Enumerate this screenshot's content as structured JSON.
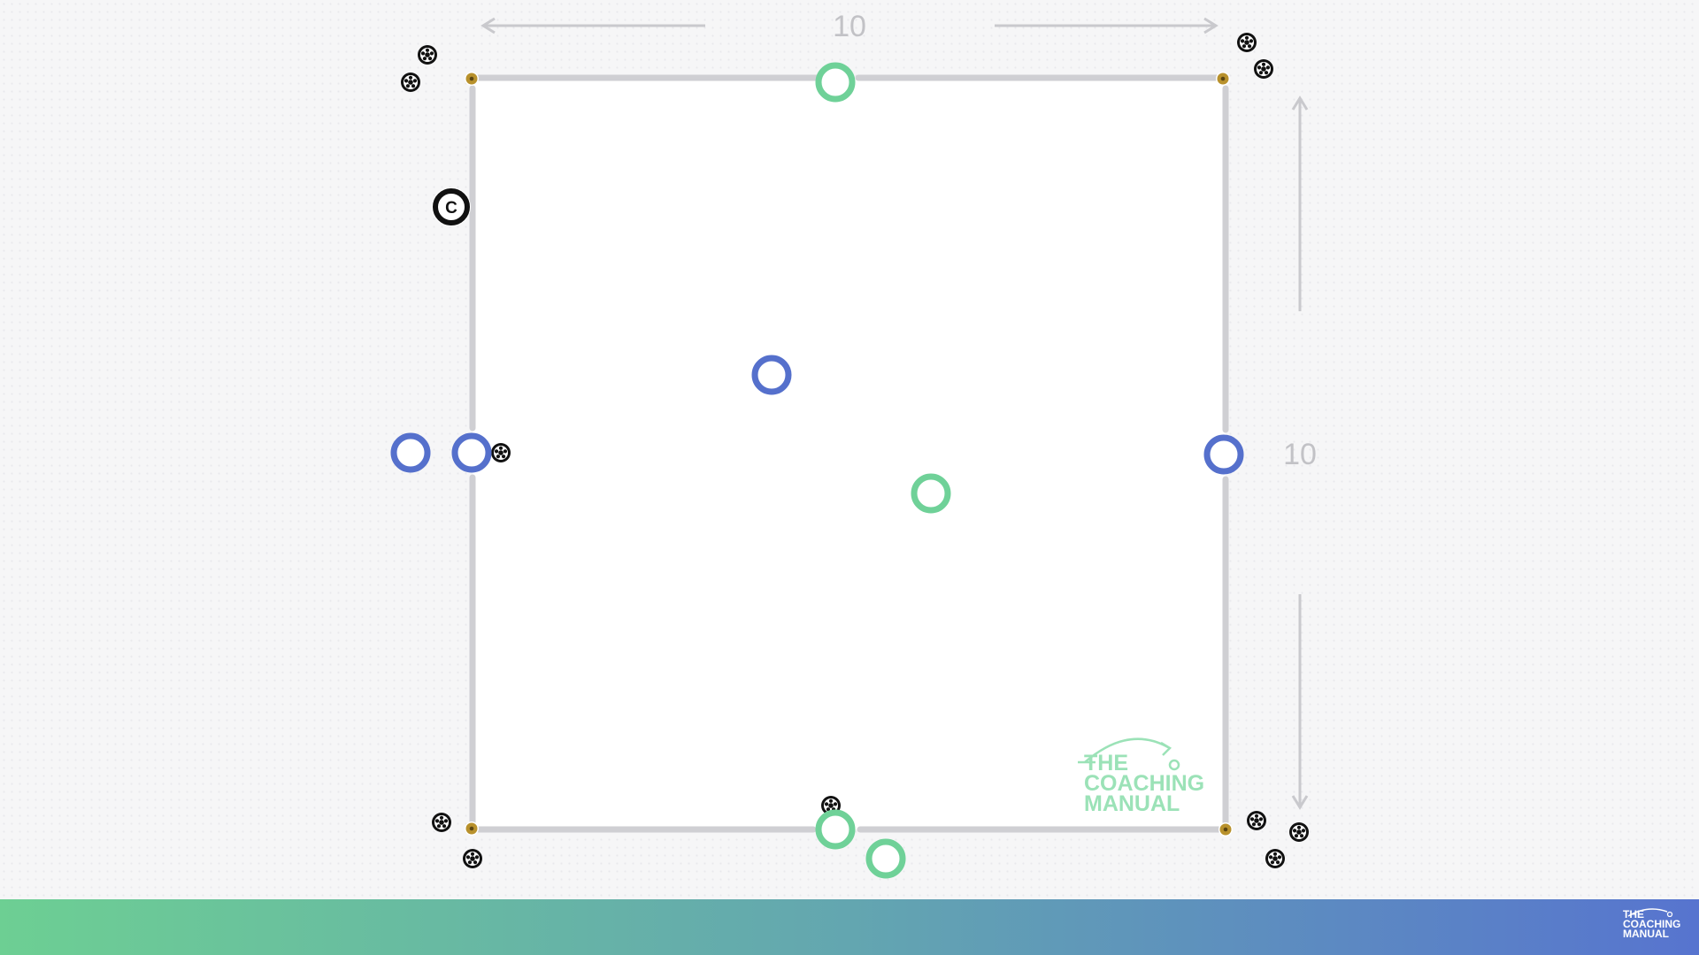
{
  "diagram": {
    "width_label": "10",
    "height_label": "10",
    "coach_label": "C",
    "watermark": {
      "line1": "THE",
      "line2": "COACHING",
      "line3": "MANUAL"
    }
  },
  "footer": {
    "logo": {
      "line1": "THE",
      "line2": "COACHING",
      "line3": "MANUAL"
    }
  },
  "colors": {
    "team_blue": "#5570cc",
    "team_green": "#6fd198",
    "cone": "#b8912c",
    "pitch_line": "#cfcfd3",
    "dimension": "#c9c9cd",
    "coach": "#111111",
    "footer_start": "#6dcf93",
    "footer_end": "#5774cf"
  },
  "icons": {
    "ball": "soccer-ball-icon",
    "cone": "cone-marker-icon",
    "player": "player-marker-icon",
    "coach": "coach-marker-icon"
  }
}
